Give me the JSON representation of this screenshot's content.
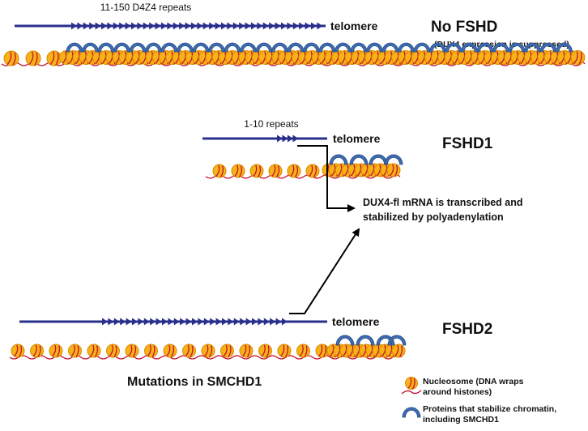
{
  "colors": {
    "dna_line": "#2a2f8c",
    "nucleosome_fill": "#f7b21a",
    "nucleosome_stroke": "#d98a00",
    "dna_wrap": "#c8102e",
    "protein": "#3e6bb0",
    "protein_light": "#7fa3d6",
    "arrow": "#000000"
  },
  "panels": {
    "no_fshd": {
      "repeats_label": "11-150 D4Z4 repeats",
      "telomere_label": "telomere",
      "title": "No FSHD",
      "subtitle": "(DUX4 expression is suppressed)"
    },
    "fshd1": {
      "repeats_label": "1-10 repeats",
      "telomere_label": "telomere",
      "title": "FSHD1"
    },
    "fshd2": {
      "telomere_label": "telomere",
      "title": "FSHD2",
      "mutation_label": "Mutations in SMCHD1"
    }
  },
  "callout": {
    "line1": "DUX4-fl mRNA is transcribed and",
    "line2": "stabilized by polyadenylation"
  },
  "legend": {
    "nucleosome": {
      "icon": "nucleosome-icon",
      "line1": "Nucleosome (DNA wraps",
      "line2": "around histones)"
    },
    "protein": {
      "icon": "protein-arc-icon",
      "line1": "Proteins that stabilize chromatin,",
      "line2": "including SMCHD1"
    }
  }
}
